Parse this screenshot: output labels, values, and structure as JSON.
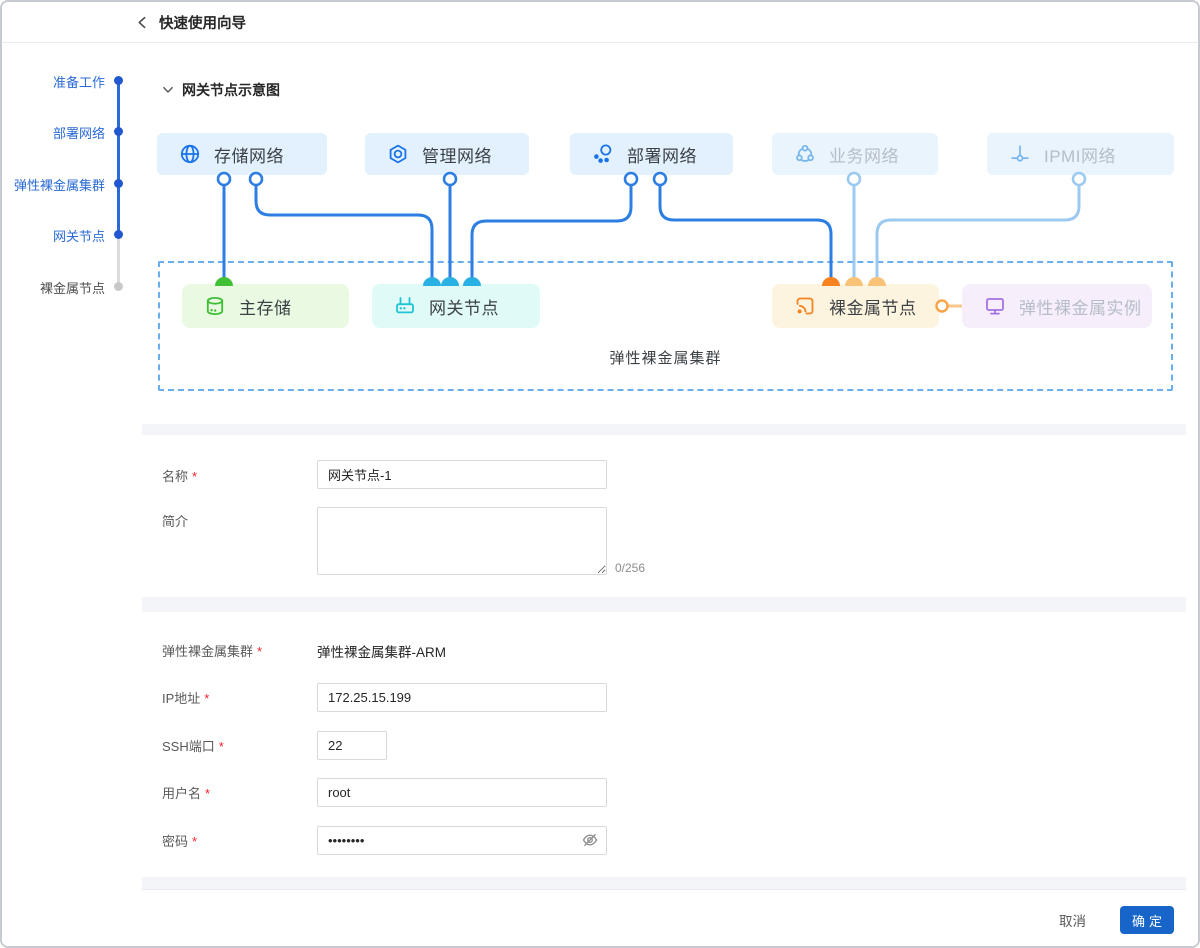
{
  "header": {
    "title": "快速使用向导",
    "back_icon": "chevron-left-icon"
  },
  "stepper": {
    "steps": [
      {
        "label": "准备工作",
        "state": "done"
      },
      {
        "label": "部署网络",
        "state": "done"
      },
      {
        "label": "弹性裸金属集群",
        "state": "done"
      },
      {
        "label": "网关节点",
        "state": "current"
      },
      {
        "label": "裸金属节点",
        "state": "pending"
      }
    ]
  },
  "diagram": {
    "collapse_icon": "chevron-down-icon",
    "section_title": "网关节点示意图",
    "networks": [
      {
        "label": "存储网络",
        "icon": "globe-icon",
        "active": true
      },
      {
        "label": "管理网络",
        "icon": "hexagon-nut-icon",
        "active": true
      },
      {
        "label": "部署网络",
        "icon": "cluster-icon",
        "active": true
      },
      {
        "label": "业务网络",
        "icon": "cycle-icon",
        "active": false
      },
      {
        "label": "IPMI网络",
        "icon": "ground-pin-icon",
        "active": false
      }
    ],
    "nodes": [
      {
        "label": "主存储",
        "icon": "database-icon",
        "color": "#41bf36"
      },
      {
        "label": "网关节点",
        "icon": "router-icon",
        "color": "#1ec3d6"
      },
      {
        "label": "裸金属节点",
        "icon": "rss-icon",
        "color": "#f5831f"
      },
      {
        "label": "弹性裸金属实例",
        "icon": "monitor-icon",
        "color": "#a472e4"
      }
    ],
    "cluster_label": "弹性裸金属集群"
  },
  "required_mark": "*",
  "form_basic": {
    "name": {
      "label": "名称",
      "value": "网关节点-1"
    },
    "desc": {
      "label": "简介",
      "value": "",
      "counter": "0/256"
    }
  },
  "form_node": {
    "cluster": {
      "label": "弹性裸金属集群",
      "value": "弹性裸金属集群-ARM"
    },
    "ip": {
      "label": "IP地址",
      "value": "172.25.15.199"
    },
    "ssh_port": {
      "label": "SSH端口",
      "value": "22"
    },
    "username": {
      "label": "用户名",
      "value": "root"
    },
    "password": {
      "label": "密码",
      "value": "••••••••",
      "eye_icon": "eye-off-icon"
    }
  },
  "footer": {
    "cancel_label": "取消",
    "confirm_label": "确定"
  },
  "colors": {
    "primary": "#1765c9",
    "step_blue": "#2a6ad6",
    "wire_active": "#2d7ee2",
    "wire_inactive": "#9cc9f2",
    "required": "#f5222d",
    "network_box_bg": "#e2f1fd",
    "storage_node_bg": "#eafae2",
    "gateway_node_bg": "#e0faf7",
    "baremetal_node_bg": "#fdf4df",
    "instance_node_bg": "#f6effb"
  }
}
